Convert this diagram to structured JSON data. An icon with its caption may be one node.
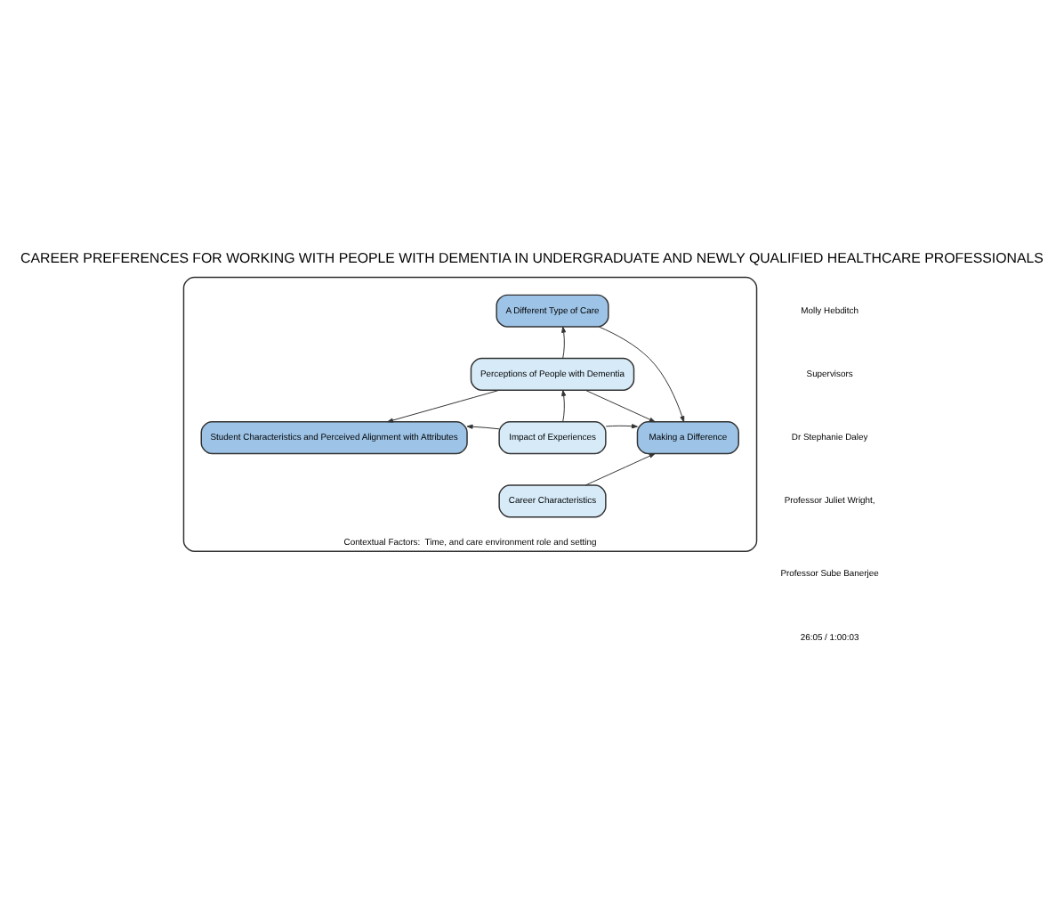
{
  "diagram": {
    "title": "CAREER PREFERENCES FOR WORKING WITH PEOPLE WITH DEMENTIA IN UNDERGRADUATE AND NEWLY QUALIFIED HEALTHCARE PROFESSIONALS",
    "nodes": [
      {
        "text": [
          "Contextual Factors:  Time, and care environment role and setting"
        ]
      },
      {
        "text": [
          "A Different Type of Care"
        ],
        "in": 0
      },
      {
        "text": [
          "Perceptions of People with Dementia"
        ],
        "in": 0
      },
      {
        "text": [
          "Student Characteristics and Perceived Alignment with Attributes"
        ],
        "in": 0
      },
      {
        "text": [
          "Impact of Experiences"
        ],
        "in": 0
      },
      {
        "text": [
          "Making a Difference"
        ],
        "in": 0
      },
      {
        "text": [
          "Career Characteristics"
        ],
        "in": 0
      }
    ],
    "edges": [
      {
        "from": 2,
        "to": 1,
        "arrow": "to"
      },
      {
        "from": 1,
        "to": 5,
        "arrow": "to"
      },
      {
        "from": 2,
        "to": 3,
        "arrow": "to"
      },
      {
        "from": 2,
        "to": 5,
        "arrow": "to"
      },
      {
        "from": 4,
        "to": 2,
        "arrow": "to"
      },
      {
        "from": 4,
        "to": 3,
        "arrow": "to"
      },
      {
        "from": 4,
        "to": 5,
        "arrow": "to"
      },
      {
        "from": 6,
        "to": 5,
        "arrow": "to"
      }
    ],
    "labels": [
      "Molly Hebditch",
      "Supervisors",
      "Dr Stephanie Daley",
      "Professor Juliet Wright,",
      "Professor Sube Banerjee",
      "26:05 / 1:00:03"
    ]
  }
}
